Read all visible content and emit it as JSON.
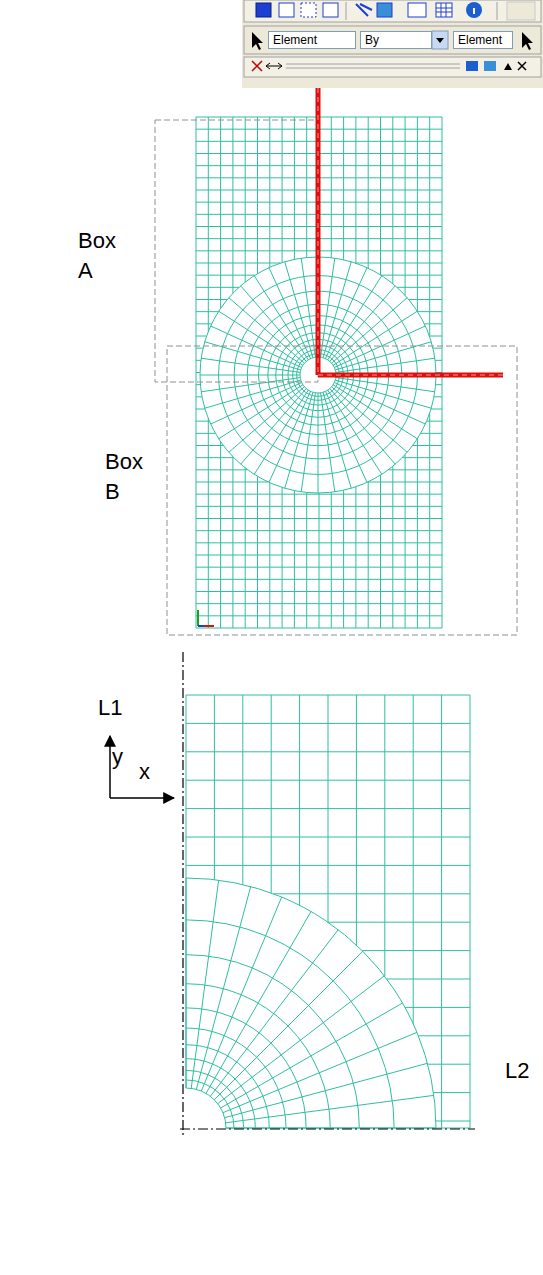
{
  "diagram": {
    "nodes": [
      {
        "text": [
          "Element"
        ]
      },
      {
        "text": [
          "By"
        ]
      },
      {
        "text": [
          "Element"
        ]
      }
    ],
    "labels": [
      "Box A",
      "Box B",
      "L1",
      "L2",
      "y",
      "x"
    ]
  }
}
